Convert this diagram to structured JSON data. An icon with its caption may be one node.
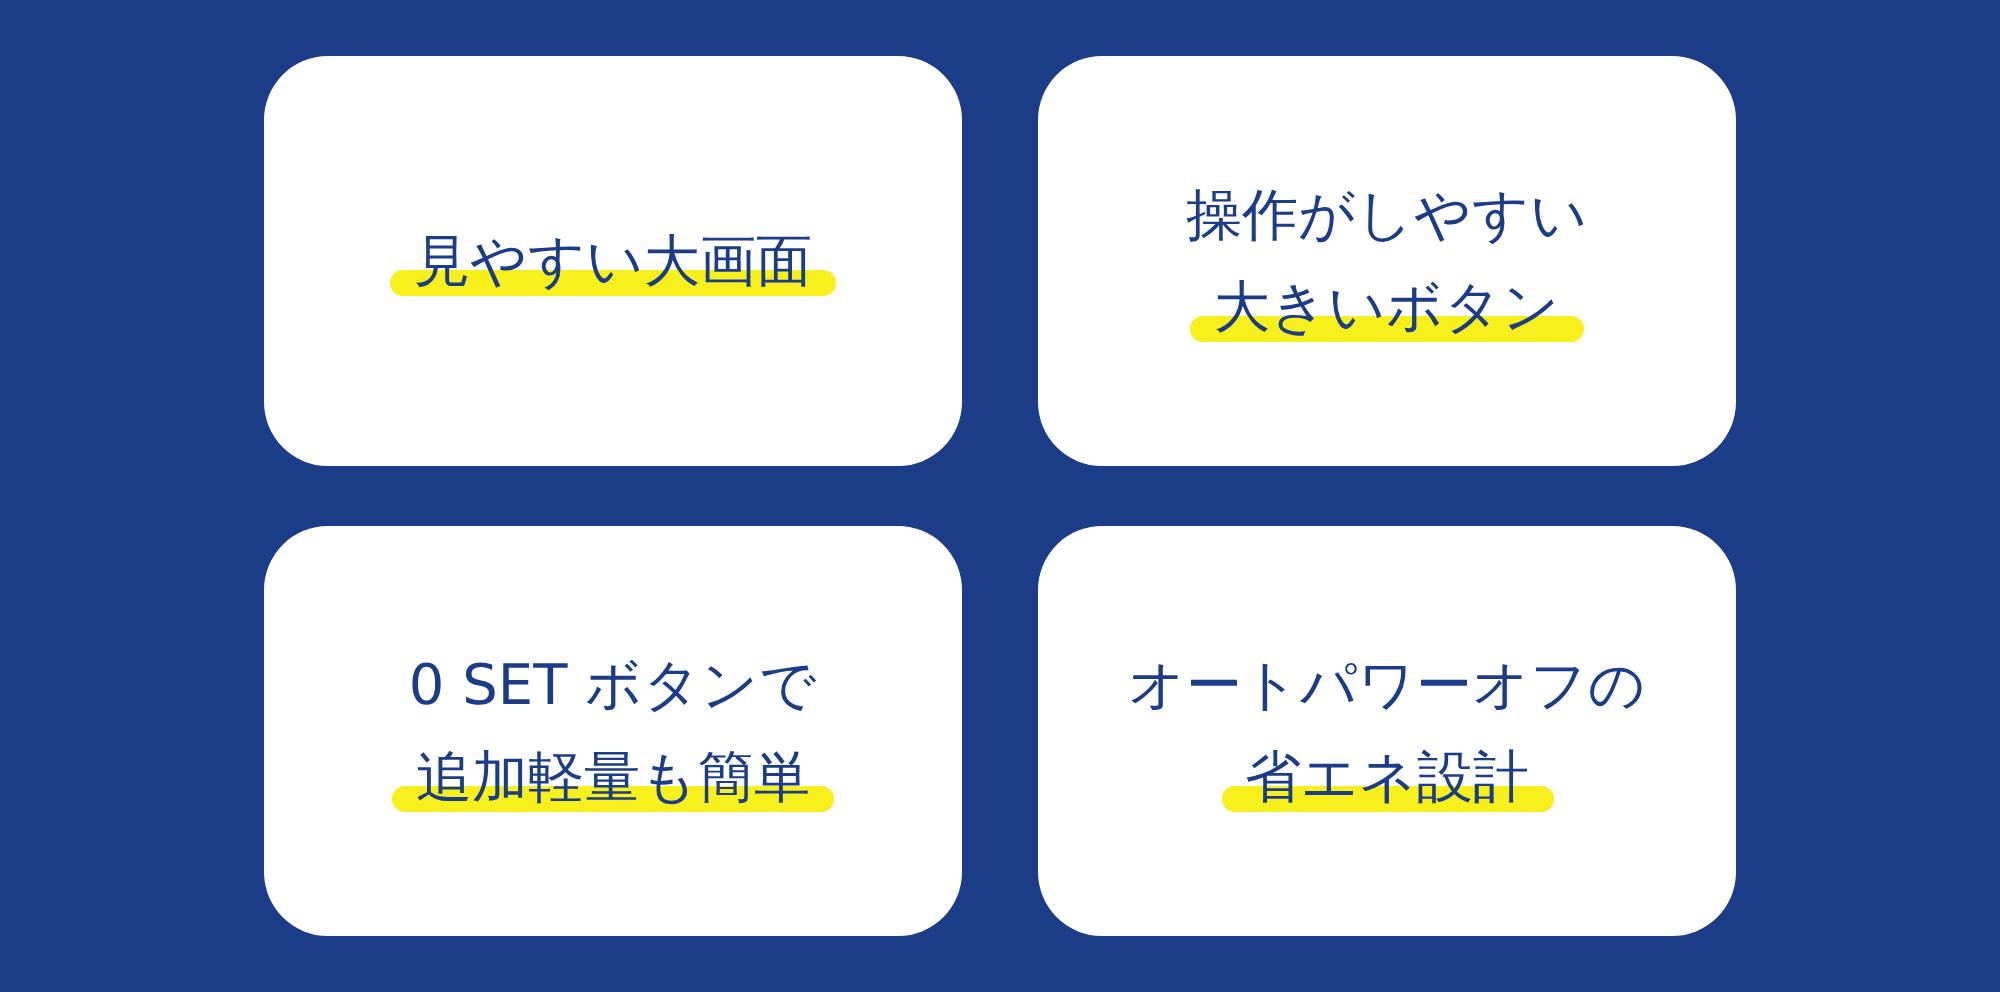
{
  "diagram": {
    "nodes": [
      {
        "text": [
          "見やすい大画面"
        ]
      },
      {
        "text": [
          "操作がしやすい",
          "大きいボタン"
        ]
      },
      {
        "text": [
          "0 SET ボタンで",
          "追加軽量も簡単"
        ]
      },
      {
        "text": [
          "オートパワーオフの",
          "省エネ設計"
        ]
      }
    ]
  }
}
